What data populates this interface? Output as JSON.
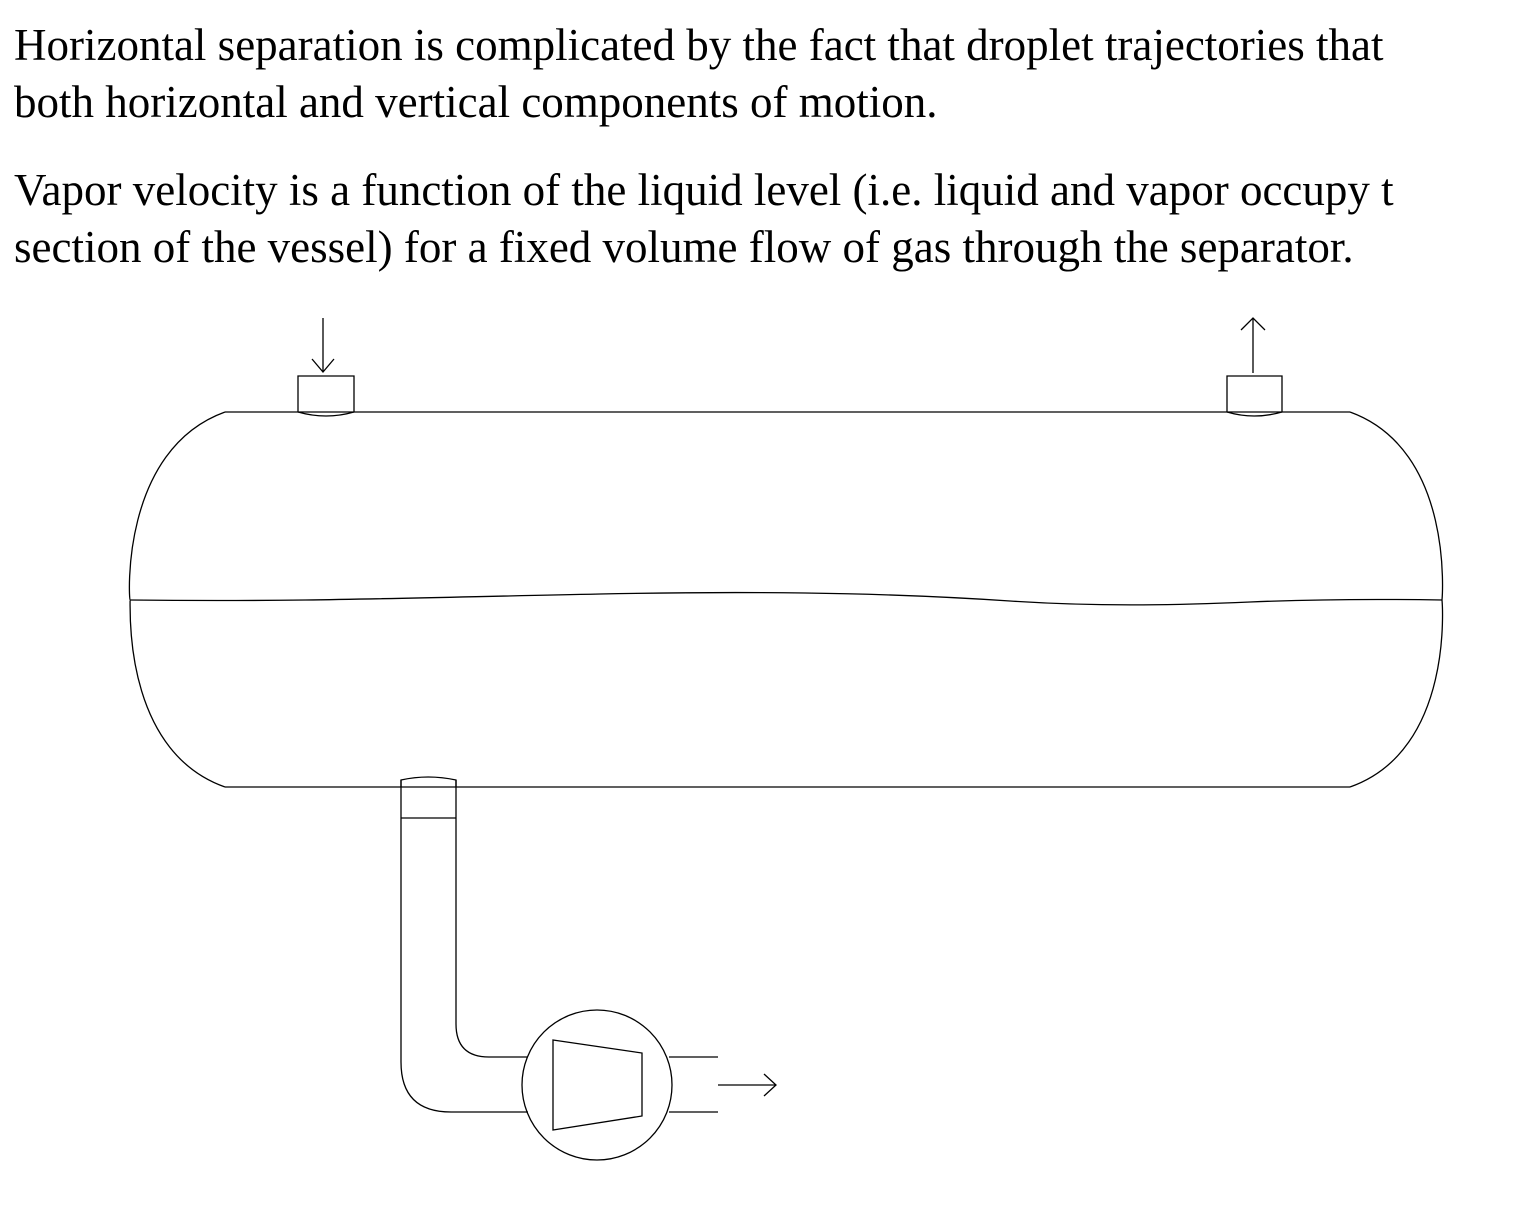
{
  "paragraphs": [
    {
      "lines": [
        "Horizontal separation is complicated by the fact that droplet trajectories that",
        "both horizontal and vertical components of motion."
      ]
    },
    {
      "lines": [
        "Vapor velocity is a function of the liquid level (i.e. liquid and vapor occupy t",
        "section of the vessel) for a fixed volume flow of gas through the separator."
      ]
    }
  ],
  "diagram": {
    "components": [
      "horizontal-separator-vessel",
      "gas-inlet-nozzle",
      "gas-outlet-nozzle",
      "liquid-level-interface",
      "liquid-drain-pipe",
      "pump"
    ],
    "stroke_color": "#000000",
    "background_color": "#ffffff"
  }
}
